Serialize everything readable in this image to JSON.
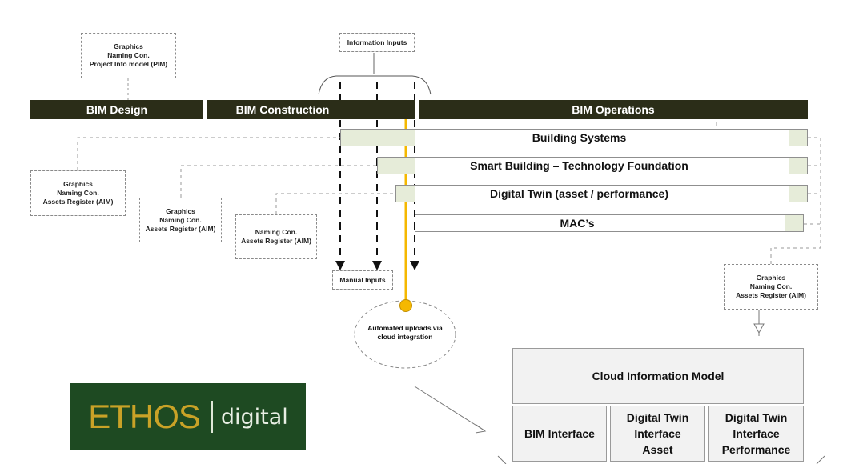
{
  "phases": {
    "design": "BIM Design",
    "construction": "BIM Construction",
    "operations": "BIM Operations"
  },
  "bars": [
    {
      "label": "Building Systems"
    },
    {
      "label": "Smart Building – Technology Foundation"
    },
    {
      "label": "Digital Twin (asset / performance)"
    },
    {
      "label": "MAC’s"
    }
  ],
  "boxes": {
    "pim": [
      "Graphics",
      "Naming Con.",
      "Project Info model (PIM)"
    ],
    "information_inputs": "Information Inputs",
    "aim_1": [
      "Graphics",
      "Naming Con.",
      "Assets Register (AIM)"
    ],
    "aim_2": [
      "Graphics",
      "Naming Con.",
      "Assets Register (AIM)"
    ],
    "aim_3": [
      "Naming Con.",
      "Assets Register (AIM)"
    ],
    "aim_4": [
      "Graphics",
      "Naming Con.",
      "Assets Register (AIM)"
    ],
    "manual_inputs": "Manual Inputs",
    "automated_uploads": [
      "Automated uploads via",
      "cloud integration"
    ]
  },
  "cloud_model": {
    "title": "Cloud Information Model",
    "interfaces": [
      [
        "BIM Interface"
      ],
      [
        "Digital Twin",
        "Interface",
        "Asset"
      ],
      [
        "Digital Twin",
        "Interface",
        "Performance"
      ]
    ]
  },
  "logo": {
    "word": "ETHOS",
    "sub": "digital"
  },
  "colors": {
    "phase_bg": "#2b2d18",
    "bar_fill": "#e6ecd9",
    "highlight": "#f5b800",
    "logo_bg": "#1e4a22",
    "logo_gold": "#c9a227"
  }
}
